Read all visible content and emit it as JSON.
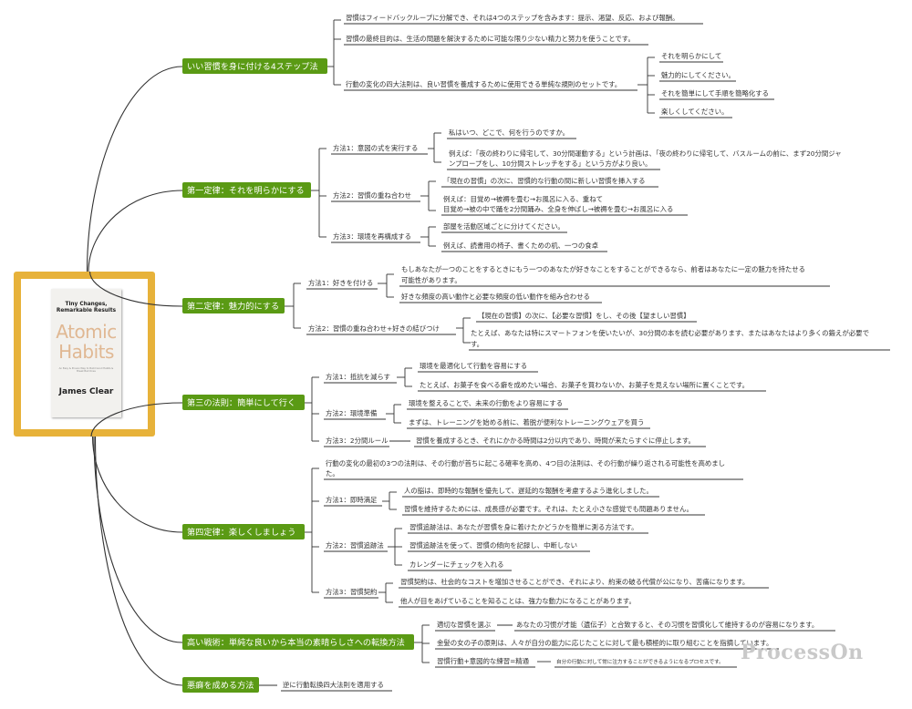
{
  "book": {
    "tagline_1": "Tiny Changes,",
    "tagline_2": "Remarkable Results",
    "title_1": "Atomic",
    "title_2": "Habits",
    "subtitle": "An Easy & Proven Way to Build Good Habits & Break Bad Ones",
    "author": "James Clear"
  },
  "watermark": "ProcessOn",
  "colors": {
    "branch": "#5a9a14",
    "book_frame": "#e7b23a",
    "line": "#333333"
  },
  "map": {
    "b1": {
      "label": "いい習慣を身に付ける4ステップ法",
      "n1": "習慣はフィードバックループに分解でき、それは4つのステップを含みます：提示、渇望、反応、および報酬。",
      "n2": "習慣の最終目的は、生活の問題を解決するために可能な限り少ない精力と努力を使うことです。",
      "n3": "行動の変化の四大法則は、良い習慣を養成するために使用できる単純な規則のセットです。",
      "n3a": "それを明らかにして",
      "n3b": "魅力的にしてください。",
      "n3c": "それを簡単にして手順を簡略化する",
      "n3d": "楽しくしてください。"
    },
    "b2": {
      "label": "第一定律：それを明らかにする",
      "m1": "方法1：意図の式を実行する",
      "m1a": "私はいつ、どこで、何を行うのですか。",
      "m1b_1": "例えば：「夜の終わりに帰宅して、30分間運動する」という計画は、「夜の終わりに帰宅して、バスルームの前に、まず20分間ジャ",
      "m1b_2": "ンプロープをし、10分間ストレッチをする」という方がより良い。",
      "m2": "方法2：習慣の重ね合わせ",
      "m2a": "「現在の習慣」の次に、習慣的な行動の間に新しい習慣を挿入する",
      "m2b_1": "例えば：目覚め→被褥を畳む→お風呂に入る、重ねて",
      "m2b_2": "目覚め→被の中で踊を2分間踊み、全身を伸ばし→被褥を畳む→お風呂に入る",
      "m3": "方法3：環境を再構成する",
      "m3a": "部屋を活動区域ごとに分けてください。",
      "m3b": "例えば、読書用の椅子、書くための机、一つの食卓"
    },
    "b3": {
      "label": "第二定律：魅力的にする",
      "m1": "方法1：好きを付ける",
      "m1a_1": "もしあなたが一つのことをするときにもう一つのあなたが好きなことをすることができるなら、前者はあなたに一定の魅力を持たせる",
      "m1a_2": "可能性があります。",
      "m1b": "好きな頻度の高い動作と必要な頻度の低い動作を組み合わせる",
      "m2": "方法2：習慣の重ね合わせ+好きの結びつけ",
      "m2a": "【現在の習慣】の次に、【必要な習慣】をし、その後【望ましい習慣】",
      "m2b_1": "たとえば、あなたは特にスマートフォンを使いたいが、30分間の本を読む必要があります、またはあなたはより多くの鍛えが必要で",
      "m2b_2": "す。"
    },
    "b4": {
      "label": "第三の法則：簡単にして行く",
      "m1": "方法1：抵抗を減らす",
      "m1a": "環境を最適化して行動を容易にする",
      "m1b": "たとえば、お菓子を食べる癖を成めたい場合、お菓子を買わないか、お菓子を見えない場所に置くことです。",
      "m2": "方法2：環境準備",
      "m2a": "環境を整えることで、未来の行動をより容易にする",
      "m2b": "まずは、トレーニングを始める前に、着脱が便利なトレーニングウェアを買う",
      "m3": "方法3：2分間ルール",
      "m3a": "習慣を養成するとき、それにかかる時間は2分以内であり、時間が来たらすぐに停止します。"
    },
    "b5": {
      "label": "第四定律：楽しくしましょう",
      "n0_1": "行動の変化の最初の3つの法則は、その行動が首ちに起こる確率を高め、4つ目の法則は、その行動が繰り返される可能性を高めまし",
      "n0_2": "た。",
      "m1": "方法1：即時満足",
      "m1a": "人の脳は、即時的な報酬を優先して、遅延的な報酬を考慮するよう進化しました。",
      "m1b": "習慣を維持するためには、成長感が必要です。それは、たとえ小さな感覚でも問題ありません。",
      "m2": "方法2：習慣追跡法",
      "m2a": "習慣追跡法は、あなたが習慣を身に着けたかどうかを簡単に測る方法です。",
      "m2b": "習慣追跡法を使って、習慣の傾向を記録し、中断しない",
      "m2c": "カレンダーにチェックを入れる",
      "m3": "方法3：習慣契約",
      "m3a": "習慣契約は、社会的なコストを増加させることができ、それにより、約束の破る代償が公になり、苦痛になります。",
      "m3b": "他人が目をあげていることを知ることは、強力な動力になることがあります。"
    },
    "b6": {
      "label": "高い戦術：単純な良いから本当の素晴らしさへの転換方法",
      "m1": "適切な習慣を選ぶ",
      "m1a": "あなたの习惯が才能（遺伝子）と合致すると、その习惯を習慣化して維持するのが容易になります。",
      "m2": "金髪の女の子の原則は、人々が自分の能力に応じたことに対して最も積極的に取り組むことを指摘しています。",
      "m3": "習慣行動+意図的な練習=精通",
      "m3a": "自分の行動に対して常に注力することができるようになるプロセスです。"
    },
    "b7": {
      "label": "悪癖を成める方法",
      "m1": "逆に行動転換四大法則を適用する"
    }
  }
}
